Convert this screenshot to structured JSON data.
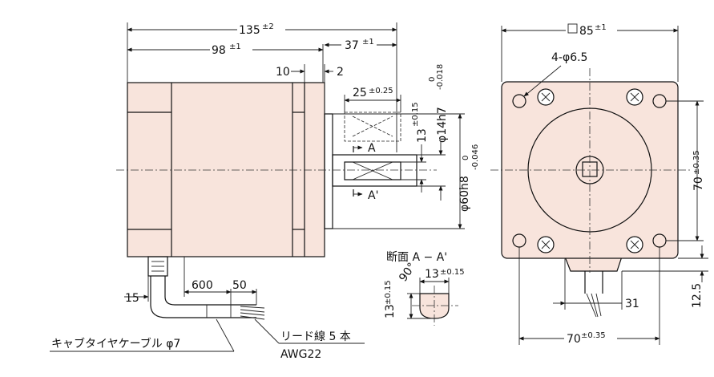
{
  "dims": {
    "overall_length": "135",
    "overall_length_tol": "±2",
    "body_length": "98",
    "body_length_tol": "±1",
    "shaft_length": "37",
    "shaft_length_tol": "±1",
    "flange_thickness": "10",
    "flange_offset": "2",
    "key_length": "25",
    "key_length_tol": "±0.25",
    "key_height": "13",
    "key_height_tol": "±0.15",
    "shaft_diameter": "φ14h7",
    "shaft_tol_upper": "0",
    "shaft_tol_lower": "-0.018",
    "pilot_diameter": "φ60h8",
    "pilot_tol_upper": "0",
    "pilot_tol_lower": "-0.046",
    "section_mark": "A",
    "section_mark_prime": "A'",
    "square_size": "85",
    "square_size_tol": "±1",
    "holes": "4-φ6.5",
    "pitch_v": "70",
    "pitch_v_tol": "±0.35",
    "pitch_h": "70",
    "pitch_h_tol": "±0.35",
    "cable_exit_offset": "12.5",
    "cable_exit_width": "31",
    "cable_clamp": "15",
    "lead_length": "600",
    "strip_length": "50"
  },
  "section": {
    "title": "断面 A − A'",
    "angle": "90°",
    "flat_width": "13",
    "flat_width_tol": "±0.15",
    "flat_height": "13",
    "flat_height_tol": "±0.15"
  },
  "labels": {
    "cable": "キャブタイヤケーブル φ7",
    "leads": "リード線 5 本",
    "awg": "AWG22"
  }
}
